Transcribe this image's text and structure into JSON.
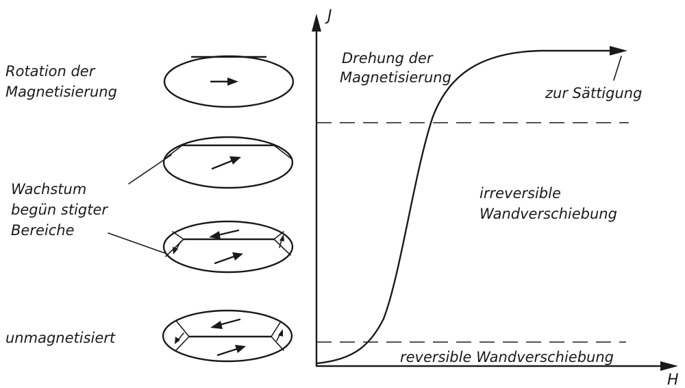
{
  "axes": {
    "y_label": "J",
    "x_label": "H"
  },
  "curve_labels": {
    "rotation_line1": "Drehung der",
    "rotation_line2": "Magnetisierung",
    "saturation": "zur Sättigung",
    "irreversible_line1": "irreversible",
    "irreversible_line2": "Wandverschiebung",
    "reversible": "reversible Wandverschiebung"
  },
  "domain_labels": {
    "rotation_line1": "Rotation der",
    "rotation_line2": "Magnetisierung",
    "growth_line1": "Wachstum",
    "growth_line2": "begün stigter",
    "growth_line3": "Bereiche",
    "unmagnetized": "unmagnetisiert"
  },
  "colors": {
    "ink": "#1a1a1a",
    "background": "#ffffff"
  }
}
